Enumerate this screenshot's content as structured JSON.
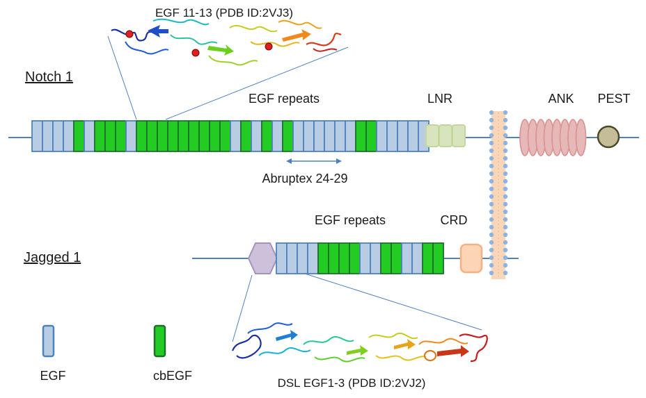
{
  "labels": {
    "structure_top": "EGF 11-13 (PDB ID:2VJ3)",
    "notch": "Notch 1",
    "egf_repeats_notch": "EGF repeats",
    "lnr": "LNR",
    "ank": "ANK",
    "pest": "PEST",
    "abruptex": "Abruptex 24-29",
    "egf_repeats_jagged": "EGF repeats",
    "crd": "CRD",
    "jagged": "Jagged 1",
    "legend_egf": "EGF",
    "legend_cbegf": "cbEGF",
    "structure_bottom": "DSL EGF1-3 (PDB ID:2VJ2)"
  },
  "colors": {
    "egf_fill": "#b8cce4",
    "egf_stroke": "#4f81bd",
    "cbegf_fill": "#22cc22",
    "cbegf_stroke": "#1f6f2f",
    "line": "#4f81bd",
    "lnr_fill": "#d7e4bd",
    "lnr_stroke": "#c3d69b",
    "ank_fill": "#e6b9b8",
    "ank_stroke": "#d99694",
    "pest_fill": "#c4bd97",
    "pest_stroke": "#4a4a2a",
    "dsl_fill": "#ccc0da",
    "dsl_stroke": "#a394be",
    "crd_fill": "#fbd5b5",
    "crd_stroke": "#f4b183",
    "membrane_fill": "#f9d6b8",
    "membrane_dot": "#8db3e2"
  },
  "icons": {
    "structure_top": "protein-ribbon-icon",
    "structure_bottom": "protein-ribbon-icon"
  },
  "notch_repeats": [
    "egf",
    "egf",
    "egf",
    "egf",
    "cb",
    "egf",
    "cb",
    "cb",
    "cb",
    "egf",
    "cb",
    "cb",
    "cb",
    "cb",
    "cb",
    "cb",
    "cb",
    "cb",
    "cb",
    "egf",
    "cb",
    "egf",
    "cb",
    "egf",
    "cb",
    "egf",
    "egf",
    "egf",
    "egf",
    "egf",
    "egf",
    "cb",
    "cb",
    "egf",
    "egf",
    "egf",
    "egf",
    "egf"
  ],
  "jagged_repeats": [
    "egf",
    "egf",
    "egf",
    "egf",
    "cb",
    "cb",
    "cb",
    "cb",
    "egf",
    "egf",
    "cb",
    "cb",
    "egf",
    "egf",
    "cb",
    "cb"
  ]
}
